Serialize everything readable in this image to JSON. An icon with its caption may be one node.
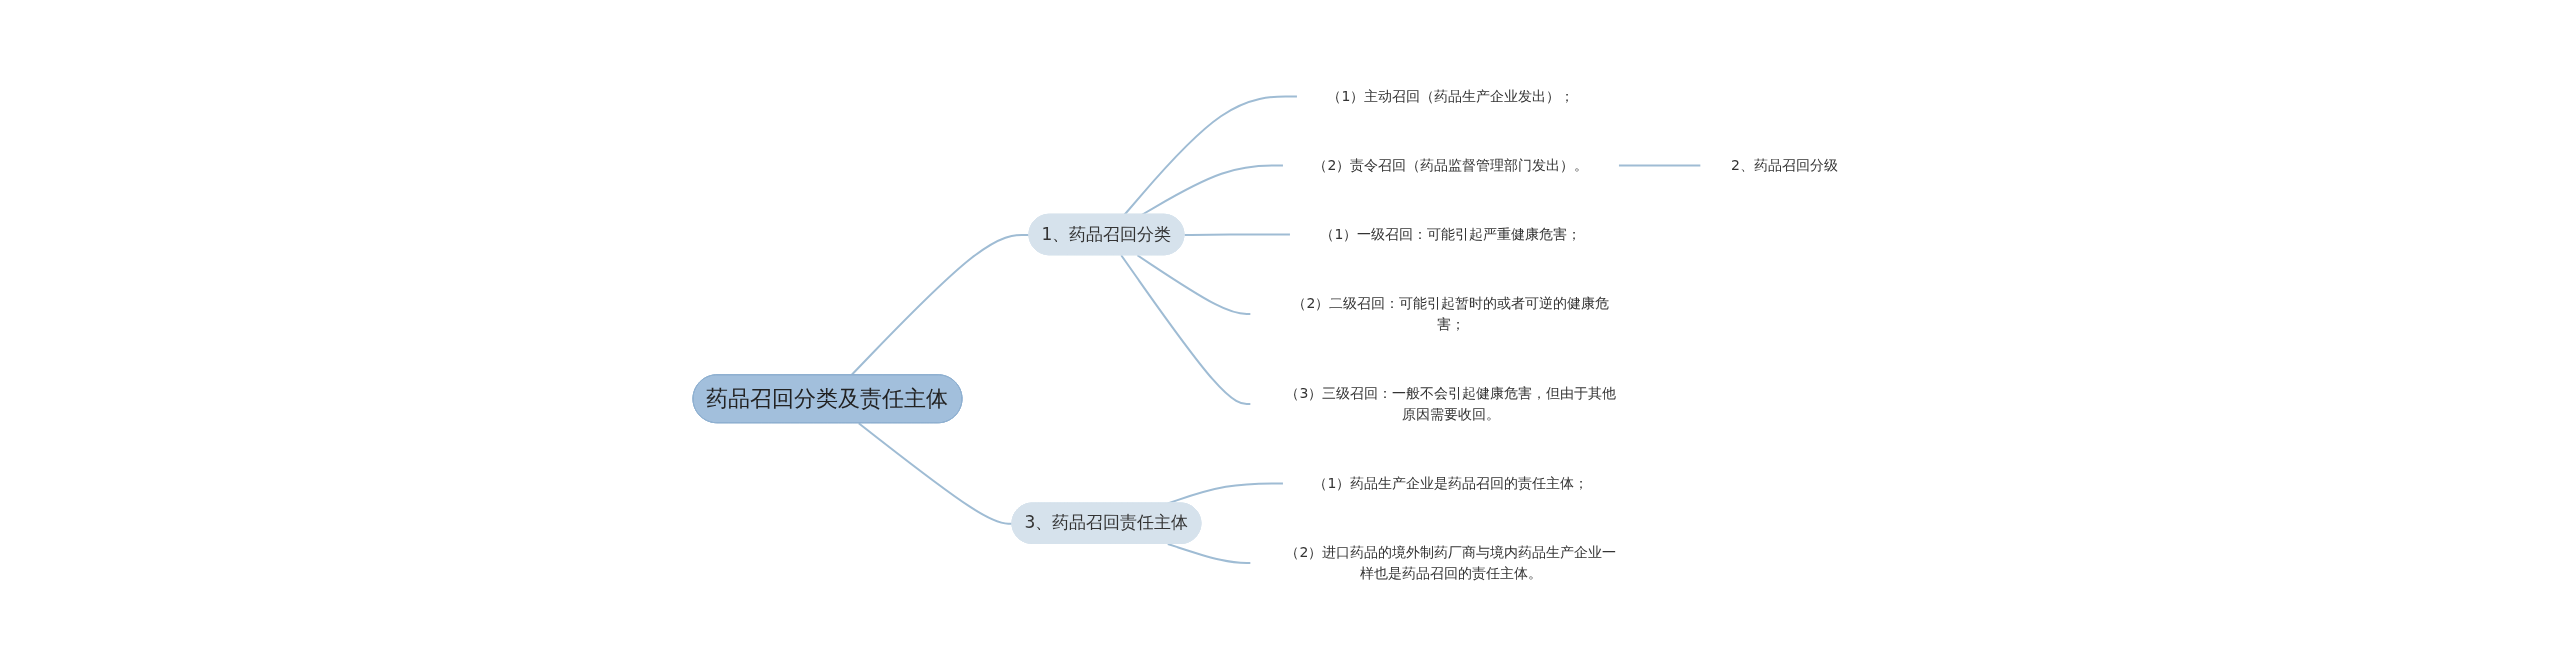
{
  "diagram": {
    "nodes": [
      {
        "text": [
          "药品召回分类及责任主体"
        ]
      },
      {
        "text": [
          "1、药品召回分类"
        ]
      },
      {
        "text": [
          "（1）主动召回（药品生产企业发出）；"
        ]
      },
      {
        "text": [
          "（2）责令召回（药品监督管理部门发出）。"
        ]
      },
      {
        "text": [
          "2、药品召回分级"
        ]
      },
      {
        "text": [
          "（1）一级召回：可能引起严重健康危害；"
        ]
      },
      {
        "text": [
          "（2）二级召回：可能引起暂时的或者可逆的健康危害；"
        ]
      },
      {
        "text": [
          "（3）三级召回：一般不会引起健康危害，但由于其他原因需要收回。"
        ]
      },
      {
        "text": [
          "3、药品召回责任主体"
        ]
      },
      {
        "text": [
          "（1）药品生产企业是药品召回的责任主体；"
        ]
      },
      {
        "text": [
          "（2）进口药品的境外制药厂商与境内药品生产企业一样也是药品召回的责任主体。"
        ]
      }
    ],
    "edges": [
      {
        "from": 0,
        "to": 1,
        "arrow": "none"
      },
      {
        "from": 1,
        "to": 2,
        "arrow": "none"
      },
      {
        "from": 1,
        "to": 3,
        "arrow": "none"
      },
      {
        "from": 3,
        "to": 4,
        "arrow": "none"
      },
      {
        "from": 1,
        "to": 5,
        "arrow": "none"
      },
      {
        "from": 1,
        "to": 6,
        "arrow": "none"
      },
      {
        "from": 1,
        "to": 7,
        "arrow": "none"
      },
      {
        "from": 0,
        "to": 8,
        "arrow": "none"
      },
      {
        "from": 8,
        "to": 9,
        "arrow": "none"
      },
      {
        "from": 8,
        "to": 10,
        "arrow": "none"
      }
    ]
  }
}
